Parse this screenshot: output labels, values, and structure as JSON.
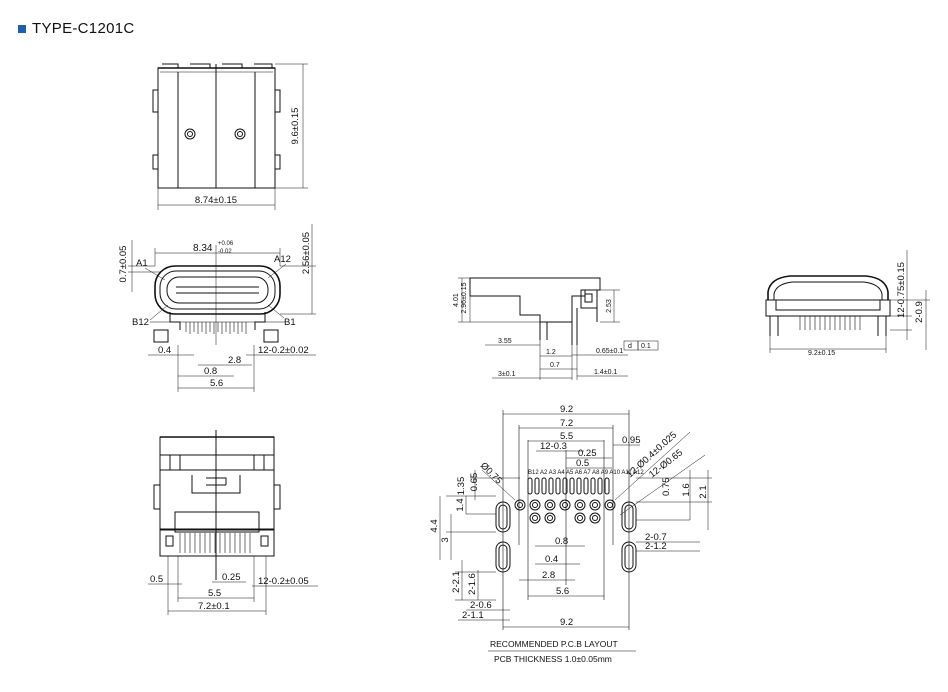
{
  "title": "TYPE-C1201C",
  "top_view": {
    "width": "8.74±0.15",
    "height": "9.6±0.15"
  },
  "front_view": {
    "width_main": "8.34",
    "tol_plus": "+0.06",
    "tol_minus": "-0.02",
    "pin_a1": "A1",
    "pin_a12": "A12",
    "pin_b12": "B12",
    "pin_b1": "B1",
    "dim_07": "0.7±0.05",
    "dim_256": "2.56±0.05",
    "dim_04": "0.4",
    "dim_28": "2.8",
    "dim_pitch": "12-0.2±0.02",
    "dim_08": "0.8",
    "dim_56": "5.6"
  },
  "bottom_view": {
    "dim_05": "0.5",
    "dim_025": "0.25",
    "dim_pitch": "12-0.2±0.05",
    "dim_55": "5.5",
    "dim_72": "7.2±0.1"
  },
  "side_view": {
    "dim_401": "4.01",
    "dim_296": "2.96±0.15",
    "dim_253": "2.53",
    "dim_355": "3.55",
    "dim_12": "1.2",
    "dim_065": "0.65±0.1",
    "dim_07": "0.7",
    "dim_3": "3±0.1",
    "dim_14": "1.4±0.1",
    "tol_symbol": "d",
    "tol_value": "0.1"
  },
  "end_view": {
    "dim_92": "9.2±0.15",
    "dim_pitch": "12-0.75±0.15",
    "dim_09": "2-0.9"
  },
  "pcb_layout": {
    "d92_top": "9.2",
    "d72": "7.2",
    "d55": "5.5",
    "d12_03": "12-0.3",
    "d025": "0.25",
    "d05": "0.5",
    "d095": "0.95",
    "d04": "12-Ø0.4±0.025",
    "d065": "12-Ø0.65",
    "d075a": "0.75",
    "d075b": "Ø0.75",
    "d135": "1.35",
    "d065v": "0.65",
    "d16": "1.6",
    "d21": "2.1",
    "d14": "1.4",
    "d44": "4.4",
    "d3": "3",
    "d27": "2-0.7",
    "d212": "2-1.2",
    "d08": "0.8",
    "d04b": "0.4",
    "d28": "2.8",
    "d56": "5.6",
    "d221": "2-2.1",
    "d216": "2-1.6",
    "d206": "2-0.6",
    "d211": "2-1.1",
    "d92_bot": "9.2",
    "pin_labels": "B12 A2 A3 A4 A5 A6 A7 A8 A9 A10 A11 A12",
    "caption1": "RECOMMENDED P.C.B LAYOUT",
    "caption2": "PCB THICKNESS 1.0±0.05mm"
  }
}
